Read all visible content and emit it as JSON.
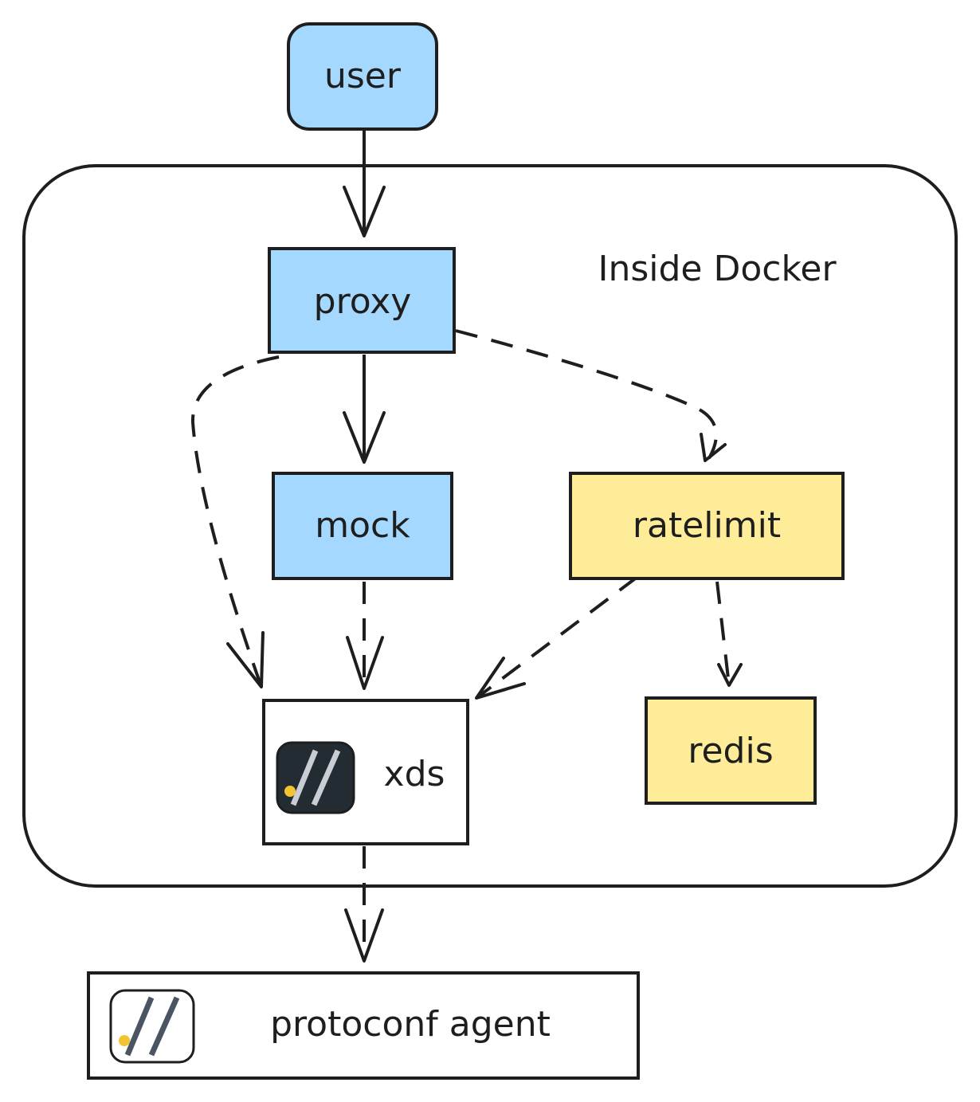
{
  "diagram": {
    "container_label": "Inside Docker",
    "nodes": {
      "user": "user",
      "proxy": "proxy",
      "mock": "mock",
      "ratelimit": "ratelimit",
      "xds": "xds",
      "redis": "redis",
      "protoconf_agent": "protoconf agent"
    },
    "colors": {
      "blue": "#a5d8ff",
      "yellow": "#ffec99",
      "white": "#ffffff",
      "stroke": "#1e1e1e",
      "logo_bg": "#232b33",
      "logo_accent": "#f4c430"
    },
    "edges": [
      {
        "from": "user",
        "to": "proxy",
        "style": "solid"
      },
      {
        "from": "proxy",
        "to": "mock",
        "style": "solid"
      },
      {
        "from": "proxy",
        "to": "ratelimit",
        "style": "dashed"
      },
      {
        "from": "proxy",
        "to": "xds",
        "style": "dashed"
      },
      {
        "from": "mock",
        "to": "xds",
        "style": "dashed"
      },
      {
        "from": "ratelimit",
        "to": "xds",
        "style": "dashed"
      },
      {
        "from": "ratelimit",
        "to": "redis",
        "style": "dashed"
      },
      {
        "from": "xds",
        "to": "protoconf_agent",
        "style": "dashed"
      }
    ]
  }
}
